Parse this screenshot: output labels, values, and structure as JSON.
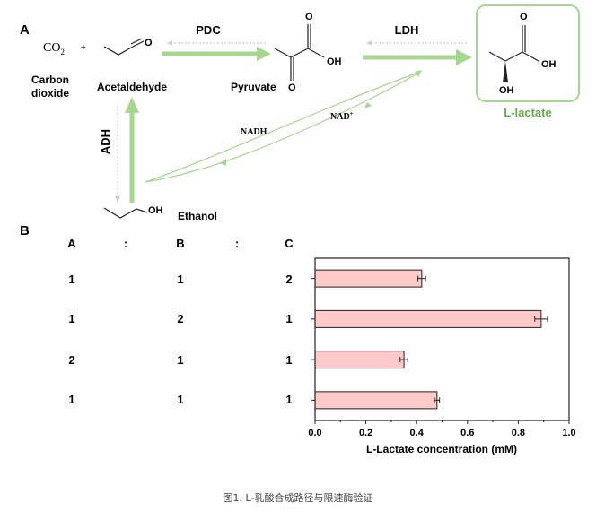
{
  "panel_a": {
    "label": "A",
    "co2": {
      "main": "CO",
      "sub": "2",
      "plus": "+"
    },
    "carbon_dioxide": [
      "Carbon",
      "dioxide"
    ],
    "acetaldehyde": "Acetaldehyde",
    "pyruvate": "Pyruvate",
    "l_lactate": "L-lactate",
    "ethanol": "Ethanol",
    "enzymes": {
      "pdc": "PDC",
      "ldh": "LDH",
      "adh": "ADH"
    },
    "cofactors": {
      "nadh": "NADH",
      "nad_main": "NAD",
      "nad_sup": "+"
    },
    "atoms": {
      "o": "O",
      "oh": "OH"
    },
    "colors": {
      "green_arrow": "#a6d68f",
      "green_text": "#6aa84f",
      "gray_arrow": "#bdbdbd",
      "box_border": "#a6d68f"
    }
  },
  "panel_b": {
    "label": "B",
    "ratio_headers": [
      "A",
      ":",
      "B",
      ":",
      "C"
    ],
    "ratios": [
      [
        "1",
        "1",
        "2"
      ],
      [
        "1",
        "2",
        "1"
      ],
      [
        "2",
        "1",
        "1"
      ],
      [
        "1",
        "1",
        "1"
      ]
    ]
  },
  "chart_data": {
    "type": "bar",
    "orientation": "horizontal",
    "categories": [
      "1:1:2",
      "1:2:1",
      "2:1:1",
      "1:1:1"
    ],
    "values": [
      0.42,
      0.89,
      0.35,
      0.48
    ],
    "errors": [
      0.015,
      0.025,
      0.015,
      0.01
    ],
    "xlabel": "L-Lactate concentration (mM)",
    "xlim": [
      0,
      1.0
    ],
    "xticks": [
      "0.0",
      "0.2",
      "0.4",
      "0.6",
      "0.8",
      "1.0"
    ],
    "bar_color": "#fdc9c9",
    "grid": false
  },
  "caption": "图1. L-乳酸合成路径与限速酶验证"
}
